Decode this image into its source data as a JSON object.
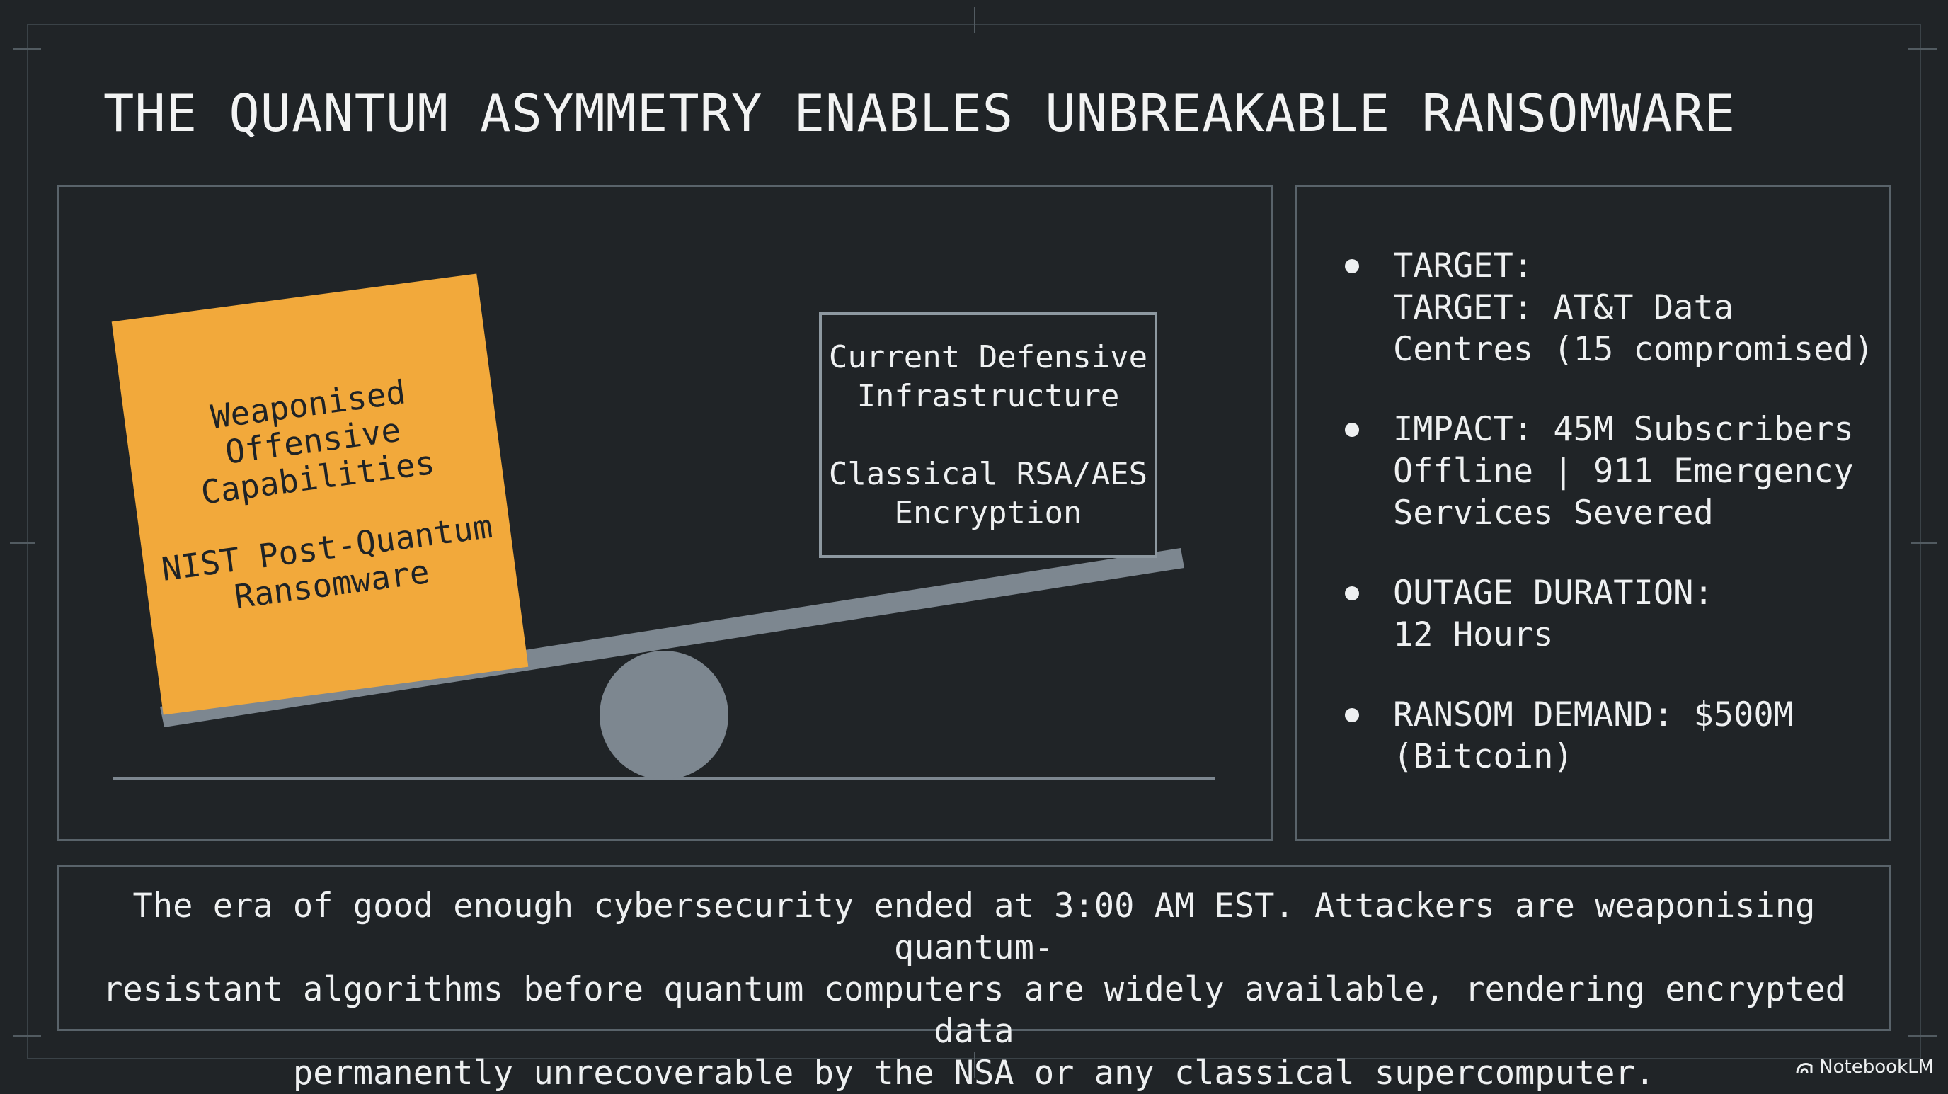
{
  "slide": {
    "title": "THE QUANTUM ASYMMETRY ENABLES UNBREAKABLE RANSOMWARE"
  },
  "seesaw": {
    "offense_label": "Weaponised\nOffensive\nCapabilities",
    "offense_sublabel": "NIST Post-Quantum\nRansomware",
    "defense_label": "Current Defensive\nInfrastructure",
    "defense_sublabel": "Classical RSA/AES\nEncryption",
    "colors": {
      "offense": "#f2a93b",
      "beam": "#7d8790"
    }
  },
  "facts": [
    {
      "text": "TARGET:\nTARGET: AT&T Data\nCentres (15 compromised)"
    },
    {
      "text": "IMPACT: 45M Subscribers\nOffline | 911 Emergency\nServices Severed"
    },
    {
      "text": "OUTAGE DURATION:\n12 Hours"
    },
    {
      "text": "RANSOM DEMAND: $500M\n(Bitcoin)"
    }
  ],
  "conclusion": {
    "text": "The era of good enough cybersecurity ended at 3:00 AM EST. Attackers are weaponising quantum-\nresistant algorithms before quantum computers are widely available, rendering encrypted data\npermanently unrecoverable by the NSA or any classical supercomputer."
  },
  "branding": {
    "label": "NotebookLM",
    "icon": "notebooklm-logo-icon"
  }
}
